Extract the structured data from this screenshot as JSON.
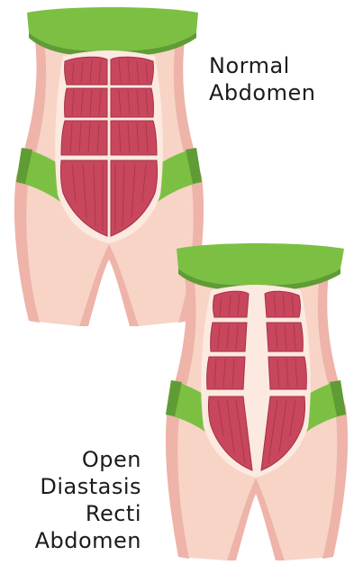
{
  "labels": {
    "normal": [
      "Normal",
      "Abdomen"
    ],
    "diastasis": [
      "Open",
      "Diastasis",
      "Recti",
      "Abdomen"
    ]
  },
  "colors": {
    "skin": "#f7d4c6",
    "skin_shadow": "#eeb3a9",
    "belly": "#fce9df",
    "fabric": "#7cc043",
    "fabric_shadow": "#5f9c35",
    "muscle": "#c8475d",
    "muscle_dark": "#a3304a",
    "text": "#1b1b1b"
  }
}
